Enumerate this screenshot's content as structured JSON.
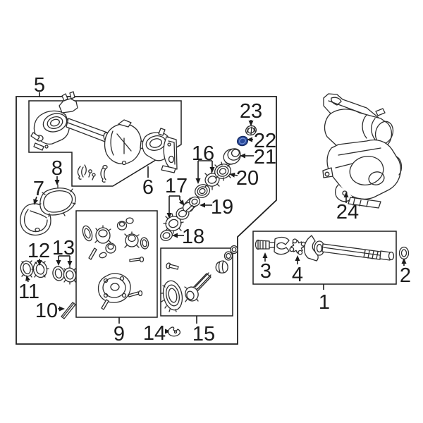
{
  "diagram": {
    "background_color": "#ffffff",
    "line_color": "#2d2d2d",
    "box_color": "#1e1e1e",
    "highlight_color": "#2b4c9d",
    "highlighted_callout": "22",
    "callouts": [
      {
        "num": "1"
      },
      {
        "num": "2"
      },
      {
        "num": "3"
      },
      {
        "num": "4"
      },
      {
        "num": "5"
      },
      {
        "num": "6"
      },
      {
        "num": "7"
      },
      {
        "num": "8"
      },
      {
        "num": "9"
      },
      {
        "num": "10"
      },
      {
        "num": "11"
      },
      {
        "num": "12"
      },
      {
        "num": "13"
      },
      {
        "num": "14"
      },
      {
        "num": "15"
      },
      {
        "num": "16"
      },
      {
        "num": "17"
      },
      {
        "num": "18"
      },
      {
        "num": "19"
      },
      {
        "num": "20"
      },
      {
        "num": "21"
      },
      {
        "num": "22"
      },
      {
        "num": "23"
      },
      {
        "num": "24"
      }
    ]
  }
}
